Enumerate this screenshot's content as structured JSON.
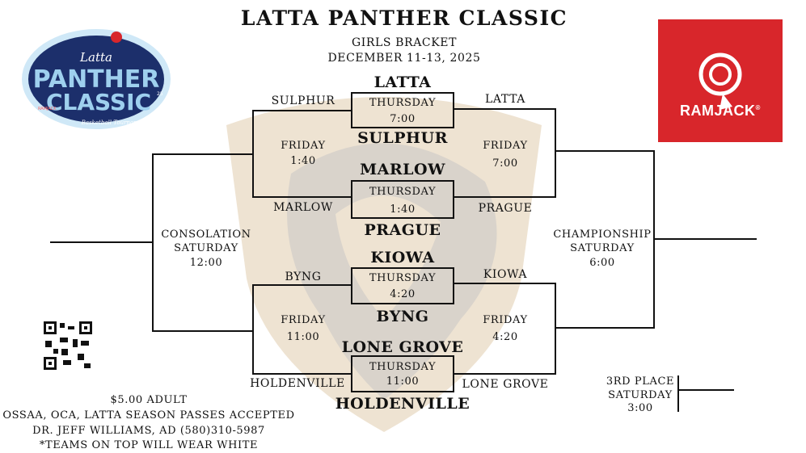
{
  "header": {
    "title": "LATTA PANTHER CLASSIC",
    "subtitle": "GIRLS BRACKET",
    "dates": "DECEMBER 11-13, 2025"
  },
  "logo_left": {
    "line1": "Latta",
    "line2": "PANTHER",
    "line3": "CLASSIC",
    "line4": "Basketball Tournament",
    "sponsor_mark": "RAMJACK",
    "year_mark": "25"
  },
  "sponsor": {
    "name": "RAMJACK",
    "mark": "®"
  },
  "games": {
    "g1": {
      "top": "LATTA",
      "bottom": "SULPHUR",
      "day": "THURSDAY",
      "time": "7:00"
    },
    "g2": {
      "top": "MARLOW",
      "bottom": "PRAGUE",
      "day": "THURSDAY",
      "time": "1:40"
    },
    "g3": {
      "top": "KIOWA",
      "bottom": "BYNG",
      "day": "THURSDAY",
      "time": "4:20"
    },
    "g4": {
      "top": "LONE GROVE",
      "bottom": "HOLDENVILLE",
      "day": "THURSDAY",
      "time": "11:00"
    }
  },
  "left_bracket": {
    "top_team": "SULPHUR",
    "top_bottom_team": "MARLOW",
    "top_day": "FRIDAY",
    "top_time": "1:40",
    "bot_team": "BYNG",
    "bot_bottom_team": "HOLDENVILLE",
    "bot_day": "FRIDAY",
    "bot_time": "11:00"
  },
  "right_bracket": {
    "top_team": "LATTA",
    "top_bottom_team": "PRAGUE",
    "top_day": "FRIDAY",
    "top_time": "7:00",
    "bot_team": "KIOWA",
    "bot_bottom_team": "LONE GROVE",
    "bot_day": "FRIDAY",
    "bot_time": "4:20"
  },
  "consolation": {
    "line1": "CONSOLATION",
    "line2": "SATURDAY",
    "line3": "12:00"
  },
  "championship": {
    "line1": "CHAMPIONSHIP",
    "line2": "SATURDAY",
    "line3": "6:00"
  },
  "third_place": {
    "line1": "3RD PLACE",
    "line2": "SATURDAY",
    "line3": "3:00"
  },
  "footer": {
    "price": "$5.00 ADULT",
    "passes": "OSSAA, OCA, LATTA SEASON PASSES ACCEPTED",
    "contact": "DR. JEFF WILLIAMS, AD (580)310-5987",
    "note": "*TEAMS ON TOP WILL WEAR WHITE"
  },
  "colors": {
    "lines": "#111111",
    "watermark": "#eee3d2",
    "watermark_dark": "#d9d3cb",
    "logo_navy": "#1c2f6b",
    "logo_light": "#9ed0ee",
    "sponsor_red": "#d8262b"
  }
}
